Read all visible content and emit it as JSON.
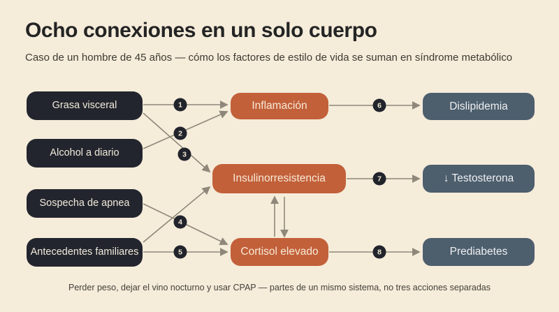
{
  "header": {
    "title": "Ocho conexiones en un solo cuerpo",
    "subtitle": "Caso de un hombre de 45 años — cómo los factores de estilo de vida se suman en síndrome metabólico"
  },
  "footer": {
    "note": "Perder peso, dejar el vino nocturno y usar CPAP — partes de un mismo sistema, no tres acciones separadas"
  },
  "nodes": [
    {
      "id": "grasa-visceral",
      "label": "Grasa visceral",
      "group": "factor"
    },
    {
      "id": "alcohol-diario",
      "label": "Alcohol a diario",
      "group": "factor"
    },
    {
      "id": "sospecha-apnea",
      "label": "Sospecha de apnea",
      "group": "factor"
    },
    {
      "id": "antecedentes-familiares",
      "label": "Antecedentes familiares",
      "group": "factor"
    },
    {
      "id": "inflamacion",
      "label": "Inflamación",
      "group": "mechanism"
    },
    {
      "id": "insulinorresistencia",
      "label": "Insulinorresistencia",
      "group": "mechanism"
    },
    {
      "id": "cortisol-elevado",
      "label": "Cortisol elevado",
      "group": "mechanism"
    },
    {
      "id": "dislipidemia",
      "label": "Dislipidemia",
      "group": "outcome"
    },
    {
      "id": "testosterona",
      "label": "↓ Testosterona",
      "group": "outcome"
    },
    {
      "id": "prediabetes",
      "label": "Prediabetes",
      "group": "outcome"
    }
  ],
  "edges": [
    {
      "badge": "1",
      "from": "grasa-visceral",
      "to": "inflamacion"
    },
    {
      "badge": "2",
      "from": "alcohol-diario",
      "to": "inflamacion"
    },
    {
      "badge": "3",
      "from": "grasa-visceral",
      "to": "insulinorresistencia"
    },
    {
      "badge": "4",
      "from": "sospecha-apnea",
      "to": "cortisol-elevado"
    },
    {
      "badge": "5",
      "from": "antecedentes-familiares",
      "to": "cortisol-elevado"
    },
    {
      "badge": "6",
      "from": "inflamacion",
      "to": "dislipidemia"
    },
    {
      "badge": "7",
      "from": "insulinorresistencia",
      "to": "testosterona"
    },
    {
      "badge": "8",
      "from": "cortisol-elevado",
      "to": "prediabetes"
    },
    {
      "badge": "",
      "from": "antecedentes-familiares",
      "to": "insulinorresistencia"
    },
    {
      "badge": "",
      "from": "cortisol-elevado",
      "to": "insulinorresistencia"
    },
    {
      "badge": "",
      "from": "insulinorresistencia",
      "to": "cortisol-elevado"
    }
  ],
  "colors": {
    "background": "#f5ecda",
    "factor_box": "#23252e",
    "mechanism_box": "#c2603a",
    "outcome_box": "#4d5e6d",
    "connector": "#8f887a",
    "badge": "#22242c",
    "title_text": "#242424"
  }
}
